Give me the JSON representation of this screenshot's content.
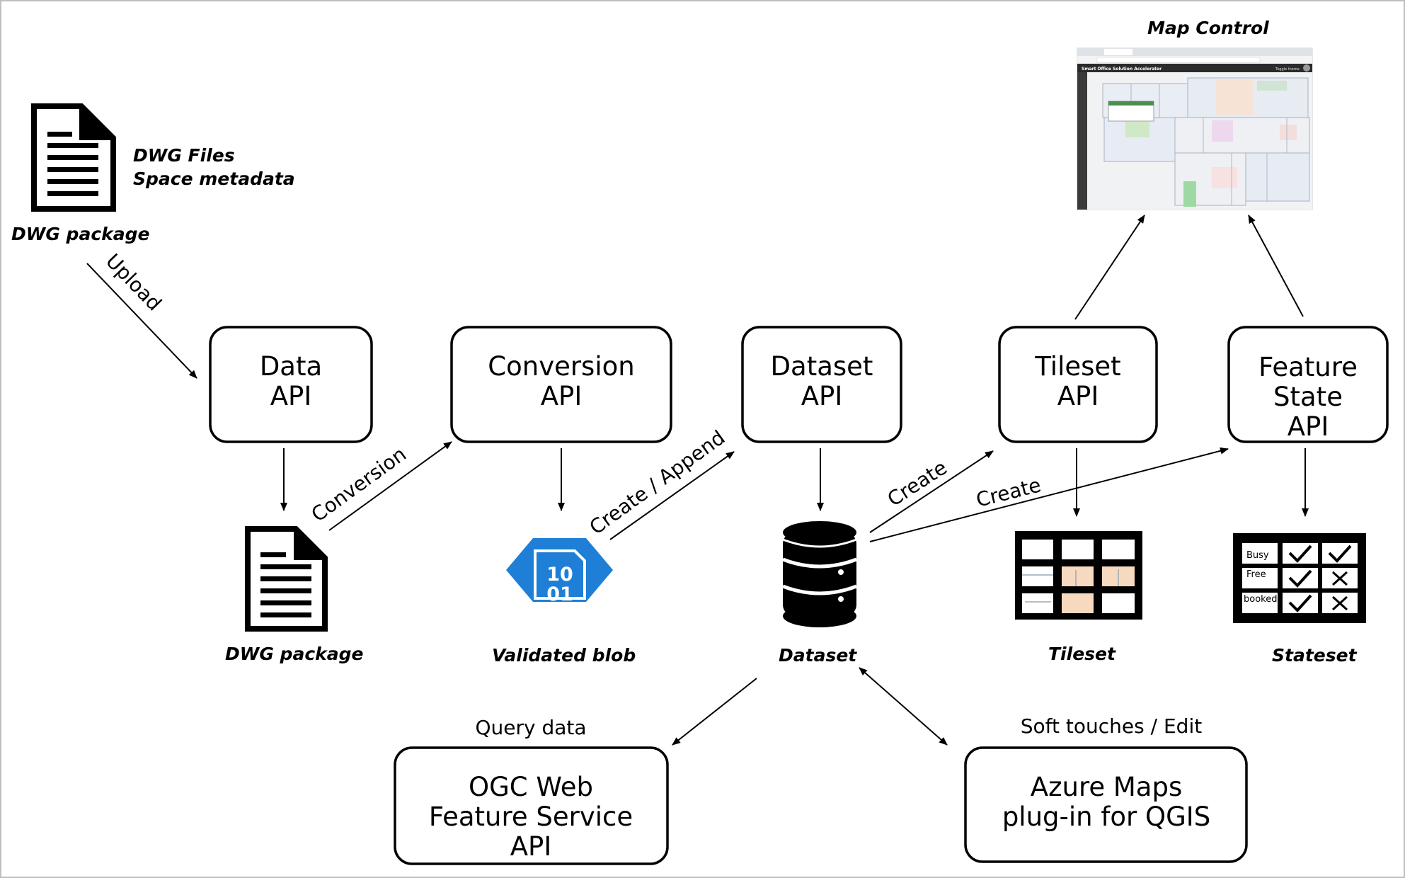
{
  "boxes": {
    "data_api": [
      "Data",
      "API"
    ],
    "conversion_api": [
      "Conversion",
      "API"
    ],
    "dataset_api": [
      "Dataset",
      "API"
    ],
    "tileset_api": [
      "Tileset",
      "API"
    ],
    "feature_state_api": [
      "Feature",
      "State",
      "API"
    ],
    "ogc_wfs_api": [
      "OGC Web",
      "Feature Service",
      "API"
    ],
    "qgis_plugin": [
      "Azure Maps",
      "plug-in for QGIS"
    ]
  },
  "captions": {
    "dwg_files": "DWG Files",
    "space_metadata": "Space metadata",
    "dwg_package_top": "DWG package",
    "dwg_package_mid": "DWG package",
    "validated_blob": "Validated blob",
    "dataset": "Dataset",
    "tileset": "Tileset",
    "stateset": "Stateset",
    "map_control": "Map Control"
  },
  "edge_labels": {
    "upload": "Upload",
    "conversion": "Conversion",
    "create_append": "Create / Append",
    "create_tileset": "Create",
    "create_stateset": "Create",
    "query_data": "Query data",
    "soft_touches": "Soft touches / Edit"
  },
  "blob_icon": {
    "line1": "10",
    "line2": "01",
    "color": "#1f7fd6"
  },
  "stateset_table": {
    "rows": [
      "Busy",
      "Free",
      "booked"
    ]
  },
  "map_screenshot": {
    "title": "Smart Office Solution Accelerator",
    "toggle": "Toggle theme"
  },
  "colors": {
    "line": "#000000",
    "blob": "#1f7fd6",
    "tileset_fill": "#f6d9bf"
  }
}
